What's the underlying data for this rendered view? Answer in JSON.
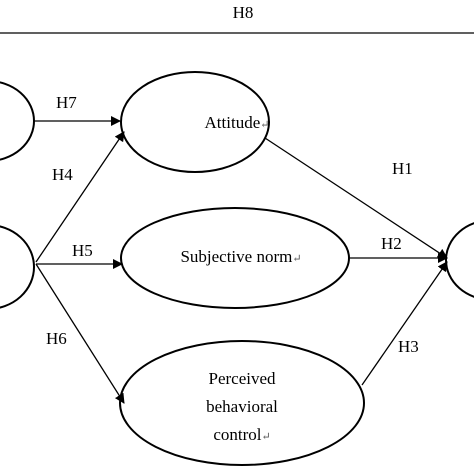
{
  "hypotheses": {
    "h1": "H1",
    "h2": "H2",
    "h3": "H3",
    "h4": "H4",
    "h5": "H5",
    "h6": "H6",
    "h7": "H7",
    "h8": "H8"
  },
  "nodes": {
    "attitude": "Attitude",
    "subjective_norm": "Subjective norm",
    "pbc_line1": "Perceived",
    "pbc_line2": "behavioral",
    "pbc_line3": "control"
  },
  "return_mark": "↵",
  "colors": {
    "stroke": "#000000",
    "background": "#ffffff"
  }
}
